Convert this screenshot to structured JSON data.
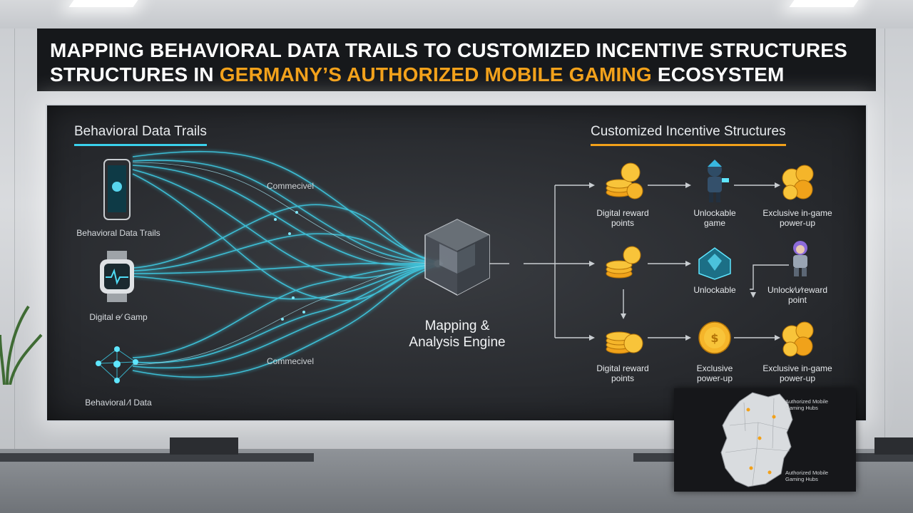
{
  "title": {
    "line1": "Mapping Behavioral Data Trails to Customized Incentive Structures",
    "line2_prefix": "Structures in",
    "line2_accent": "Germany’s Authorized Mobile Gaming",
    "line2_suffix": "Ecosystem"
  },
  "left_section": {
    "title": "Behavioral Data Trails",
    "sources": [
      {
        "icon": "smartphone-icon",
        "label": "Behavioral Data Trails"
      },
      {
        "icon": "smartwatch-icon",
        "label": "Digital e⁄ Gamp"
      },
      {
        "icon": "network-icon",
        "label": "Behavioral ⁄l Data"
      }
    ],
    "flow_labels": [
      "Commecivel",
      "Commecivel"
    ]
  },
  "engine": {
    "icon": "cube-icon",
    "label_line1": "Mapping &",
    "label_line2": "Analysis Engine"
  },
  "right_section": {
    "title": "Customized Incentive Structures",
    "nodes": [
      {
        "icon": "coins-icon",
        "label_line1": "Digital reward",
        "label_line2": "points"
      },
      {
        "icon": "game-character-icon",
        "label_line1": "Unlockable",
        "label_line2": "game"
      },
      {
        "icon": "coins-icon",
        "label_line1": "Exclusive in-game",
        "label_line2": "power-up"
      },
      {
        "icon": "coins-icon",
        "label_line1": "",
        "label_line2": ""
      },
      {
        "icon": "crystal-icon",
        "label_line1": "Unlockable",
        "label_line2": ""
      },
      {
        "icon": "game-character-icon",
        "label_line1": "Unlock⁄u⁄reward",
        "label_line2": "point"
      },
      {
        "icon": "coins-icon",
        "label_line1": "Digital reward",
        "label_line2": "points"
      },
      {
        "icon": "gold-coin-icon",
        "label_line1": "Exclusive",
        "label_line2": "power-up"
      },
      {
        "icon": "coins-icon",
        "label_line1": "Exclusive in-game",
        "label_line2": "power-up"
      }
    ]
  },
  "map": {
    "icon": "germany-map-icon",
    "label_top_line1": "Authorized Mobile",
    "label_top_line2": "Gaming Hubs",
    "label_bottom_line1": "Authorized Mobile",
    "label_bottom_line2": "Gaming Hubs"
  },
  "colors": {
    "accent_orange": "#f2a11a",
    "accent_cyan": "#3ad1ec",
    "banner_bg": "#16181b",
    "board_bg": "#26282c"
  }
}
